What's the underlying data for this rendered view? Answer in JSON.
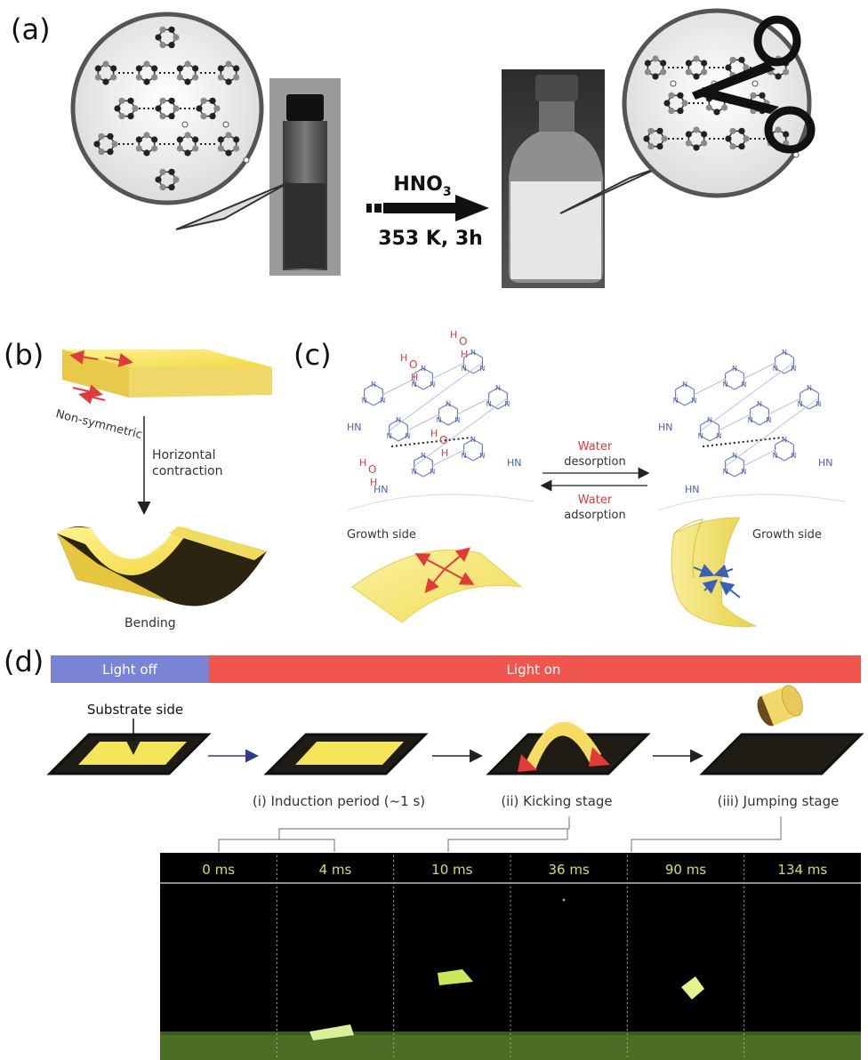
{
  "panels": {
    "a": {
      "label": "(a)",
      "reagent": "HNO",
      "reagent_subscript": "3",
      "conditions": "353 K, 3h"
    },
    "b": {
      "label": "(b)",
      "top_caption": "Non-symmetric",
      "arrow_caption_line1": "Horizontal",
      "arrow_caption_line2": "contraction",
      "bottom_caption": "Bending"
    },
    "c": {
      "label": "(c)",
      "forward_word1": "Water",
      "forward_word2": "desorption",
      "reverse_word1": "Water",
      "reverse_word2": "adsorption",
      "growth_side_left": "Growth side",
      "growth_side_right": "Growth side",
      "atom_N": "N",
      "atom_H": "H",
      "atom_O": "O"
    },
    "d": {
      "label": "(d)",
      "bar_off": "Light off",
      "bar_on": "Light on",
      "substrate_label": "Substrate side",
      "stage1": "(i) Induction period (~1 s)",
      "stage2": "(ii) Kicking stage",
      "stage3": "(iii) Jumping stage",
      "frames": [
        "0 ms",
        "4 ms",
        "10 ms",
        "36 ms",
        "90 ms",
        "134 ms"
      ]
    }
  },
  "colors": {
    "light_off": "#7b83d6",
    "light_on": "#f0564d",
    "film_yellow": "#f4e45a",
    "dark_edge": "#2a2410",
    "frame_text": "#c9e35a",
    "nitrogen": "#4a5fb5",
    "water_red": "#e23a3a"
  }
}
